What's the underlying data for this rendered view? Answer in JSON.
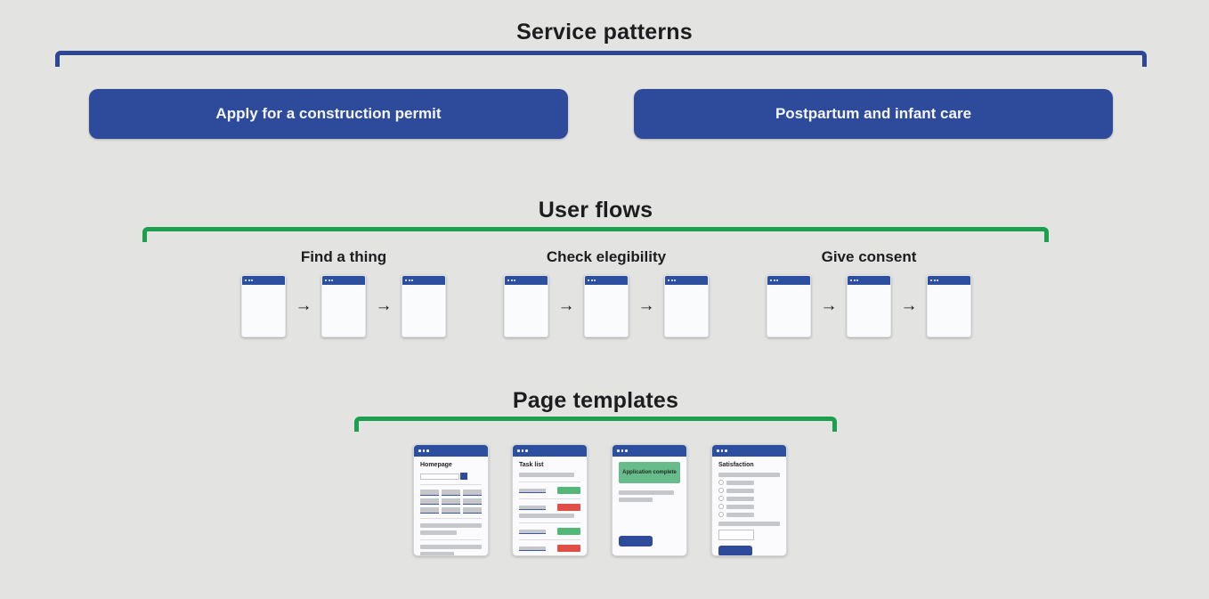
{
  "colors": {
    "background": "#e3e3e2",
    "primary_blue": "#2e4a9b",
    "bracket_blue": "#2d4795",
    "bracket_green": "#1ca04e",
    "banner_green": "#68bb8b",
    "badge_green": "#53b778",
    "badge_red": "#e04f46",
    "bar_gray": "#c6c7ca",
    "underline_blue": "#3a57a8",
    "card_bg": "#fbfbfd",
    "ink": "#1d1d1f"
  },
  "service_patterns": {
    "title": "Service patterns",
    "items": [
      {
        "label": "Apply for a construction permit"
      },
      {
        "label": "Postpartum and infant care"
      }
    ]
  },
  "user_flows": {
    "title": "User flows",
    "arrow_icon": "→",
    "flows": [
      {
        "label": "Find a thing",
        "screen_count": 3
      },
      {
        "label": "Check elegibility",
        "screen_count": 3
      },
      {
        "label": "Give consent",
        "screen_count": 3
      }
    ]
  },
  "page_templates": {
    "title": "Page templates",
    "templates": [
      {
        "name": "Homepage"
      },
      {
        "name": "Task list"
      },
      {
        "name": "Application complete",
        "banner": "Application complete"
      },
      {
        "name": "Satisfaction"
      }
    ]
  }
}
